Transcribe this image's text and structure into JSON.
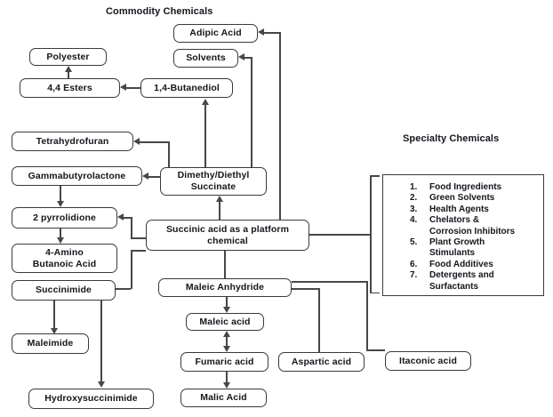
{
  "titles": {
    "commodity": "Commodity Chemicals",
    "specialty": "Specialty Chemicals"
  },
  "nodes": {
    "adipic": "Adipic Acid",
    "solvents": "Solvents",
    "polyester": "Polyester",
    "esters": "4,4 Esters",
    "butanediol": "1,4-Butanediol",
    "tetrahydrofuran": "Tetrahydrofuran",
    "gammabutyrolactone": "Gammabutyrolactone",
    "succinate": "Dimethy/Diethyl\nSuccinate",
    "pyrrolidione": "2 pyrrolidione",
    "amino_butanoic": "4-Amino\nButanoic Acid",
    "succinimide": "Succinimide",
    "maleimide": "Maleimide",
    "hydroxysuccinimide": "Hydroxysuccinimide",
    "platform": "Succinic acid as a platform\nchemical",
    "maleic_anhydride": "Maleic Anhydride",
    "maleic_acid": "Maleic acid",
    "fumaric_acid": "Fumaric acid",
    "malic_acid": "Malic Acid",
    "aspartic_acid": "Aspartic acid",
    "itaconic_acid": "Itaconic acid"
  },
  "specialty_list": [
    {
      "num": "1.",
      "text": "Food Ingredients"
    },
    {
      "num": "2.",
      "text": "Green Solvents"
    },
    {
      "num": "3.",
      "text": "Health Agents"
    },
    {
      "num": "4.",
      "text": "Chelators &\nCorrosion Inhibitors"
    },
    {
      "num": "5.",
      "text": "Plant Growth\nStimulants"
    },
    {
      "num": "6.",
      "text": "Food Additives"
    },
    {
      "num": "7.",
      "text": "Detergents and\nSurfactants"
    }
  ],
  "colors": {
    "line": "#474747",
    "border": "#3a3a3a",
    "text": "#15151c",
    "background": "#ffffff"
  }
}
